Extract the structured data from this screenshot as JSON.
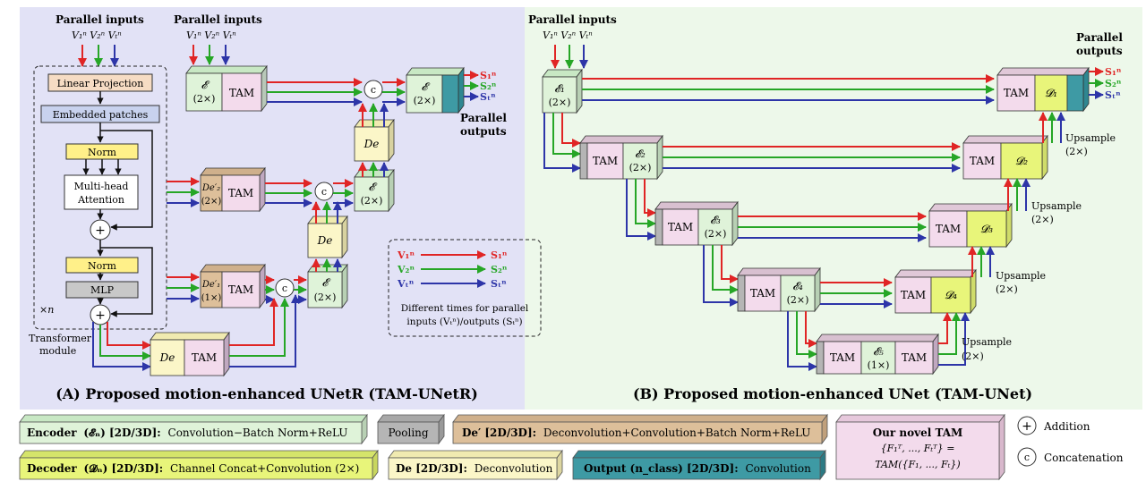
{
  "panel_a": {
    "caption": "(A) Proposed motion-enhanced UNetR (TAM-UNetR)",
    "inputs_label_left": "Parallel inputs",
    "inputs_label_mid": "Parallel inputs",
    "inputs_label_left_v": "V₁ⁿ V₂ⁿ Vₜⁿ",
    "inputs_label_mid_v": "V₁ⁿ V₂ⁿ Vₜⁿ",
    "linear_projection": "Linear Projection",
    "embedded_patches": "Embedded patches",
    "norm1": "Norm",
    "mha_line1": "Multi-head",
    "mha_line2": "Attention",
    "norm2": "Norm",
    "mlp": "MLP",
    "xn": "×n",
    "transformer_line1": "Transformer",
    "transformer_line2": "module",
    "enc_top_sym": "𝓔",
    "enc_top_mult": "(2×)",
    "tam": "TAM",
    "enc_out_sym": "𝓔",
    "enc_out_mult": "(2×)",
    "outputs_line1": "Parallel",
    "outputs_line2": "outputs",
    "out_s1": "S₁ⁿ",
    "out_s2": "S₂ⁿ",
    "out_st": "Sₜⁿ",
    "de_label": "𝐷𝑒",
    "de2_label": "𝐷𝑒′₂",
    "de2_mult": "(2×)",
    "de1_label": "𝐷𝑒′₁",
    "de1_mult": "(1×)",
    "enc_mid_sym": "𝓔",
    "enc_mid_mult": "(2×)",
    "enc_low_sym": "𝓔",
    "enc_low_mult": "(2×)",
    "plus": "+",
    "concat": "c",
    "legend_v1": "V₁ⁿ",
    "legend_v2": "V₂ⁿ",
    "legend_vt": "Vₜⁿ",
    "legend_s1": "S₁ⁿ",
    "legend_s2": "S₂ⁿ",
    "legend_st": "Sₜⁿ",
    "legend_note1": "Different times for parallel",
    "legend_note2": "inputs (Vₜⁿ)/outputs (Sₜⁿ)"
  },
  "panel_b": {
    "caption": "(B) Proposed motion-enhanced UNet (TAM-UNet)",
    "inputs_label": "Parallel inputs",
    "inputs_v": "V₁ⁿ V₂ⁿ Vₜⁿ",
    "outputs_line1": "Parallel",
    "outputs_line2": "outputs",
    "out_s1": "S₁ⁿ",
    "out_s2": "S₂ⁿ",
    "out_st": "Sₜⁿ",
    "tam": "TAM",
    "e1": "𝓔₁",
    "e2": "𝓔₂",
    "e3": "𝓔₃",
    "e4": "𝓔₄",
    "e5": "𝓔₅",
    "mult2": "(2×)",
    "mult1": "(1×)",
    "d1": "𝓓₁",
    "d2": "𝓓₂",
    "d3": "𝓓₃",
    "d4": "𝓓₄",
    "upsample": "Upsample",
    "upsample_mult": "(2×)"
  },
  "legend": {
    "encoder_bold": "Encoder",
    "encoder_sym": "(𝓔ₙ) [2D/3D]:",
    "encoder_desc": "Convolution−Batch Norm+ReLU",
    "pooling": "Pooling",
    "dep_bold": "De′ [2D/3D]:",
    "dep_desc": "Deconvolution+Convolution+Batch Norm+ReLU",
    "decoder_bold": "Decoder",
    "decoder_sym": "(𝓓ₙ) [2D/3D]:",
    "decoder_desc": "Channel Concat+Convolution (2×)",
    "de_bold": "De [2D/3D]:",
    "de_desc": "Deconvolution",
    "output_bold": "Output (n_class) [2D/3D]:",
    "output_desc": "Convolution",
    "tam_title": "Our novel TAM",
    "tam_line1": "{F₁ᵀ, ..., Fₜᵀ} =",
    "tam_line2": "TAM({F₁, ..., Fₜ})",
    "addition": "Addition",
    "concatenation": "Concatenation",
    "plus": "+",
    "c": "c"
  },
  "colors": {
    "panel_a_bg": "#e2e2f6",
    "panel_b_bg": "#edf8ea",
    "encoder": "#dff3d9",
    "tam": "#f3dbec",
    "decoder": "#e8f57a",
    "de": "#fbf6c8",
    "dep": "#ddbf9a",
    "output": "#3e9aa4",
    "pooling": "#b5b5b5",
    "linproj": "#f6dcc4",
    "embedded": "#c8d2ee",
    "norm": "#fff089",
    "mlp": "#c8c8c8",
    "red": "#e02525",
    "green": "#26a626",
    "blue": "#2d35a8"
  }
}
